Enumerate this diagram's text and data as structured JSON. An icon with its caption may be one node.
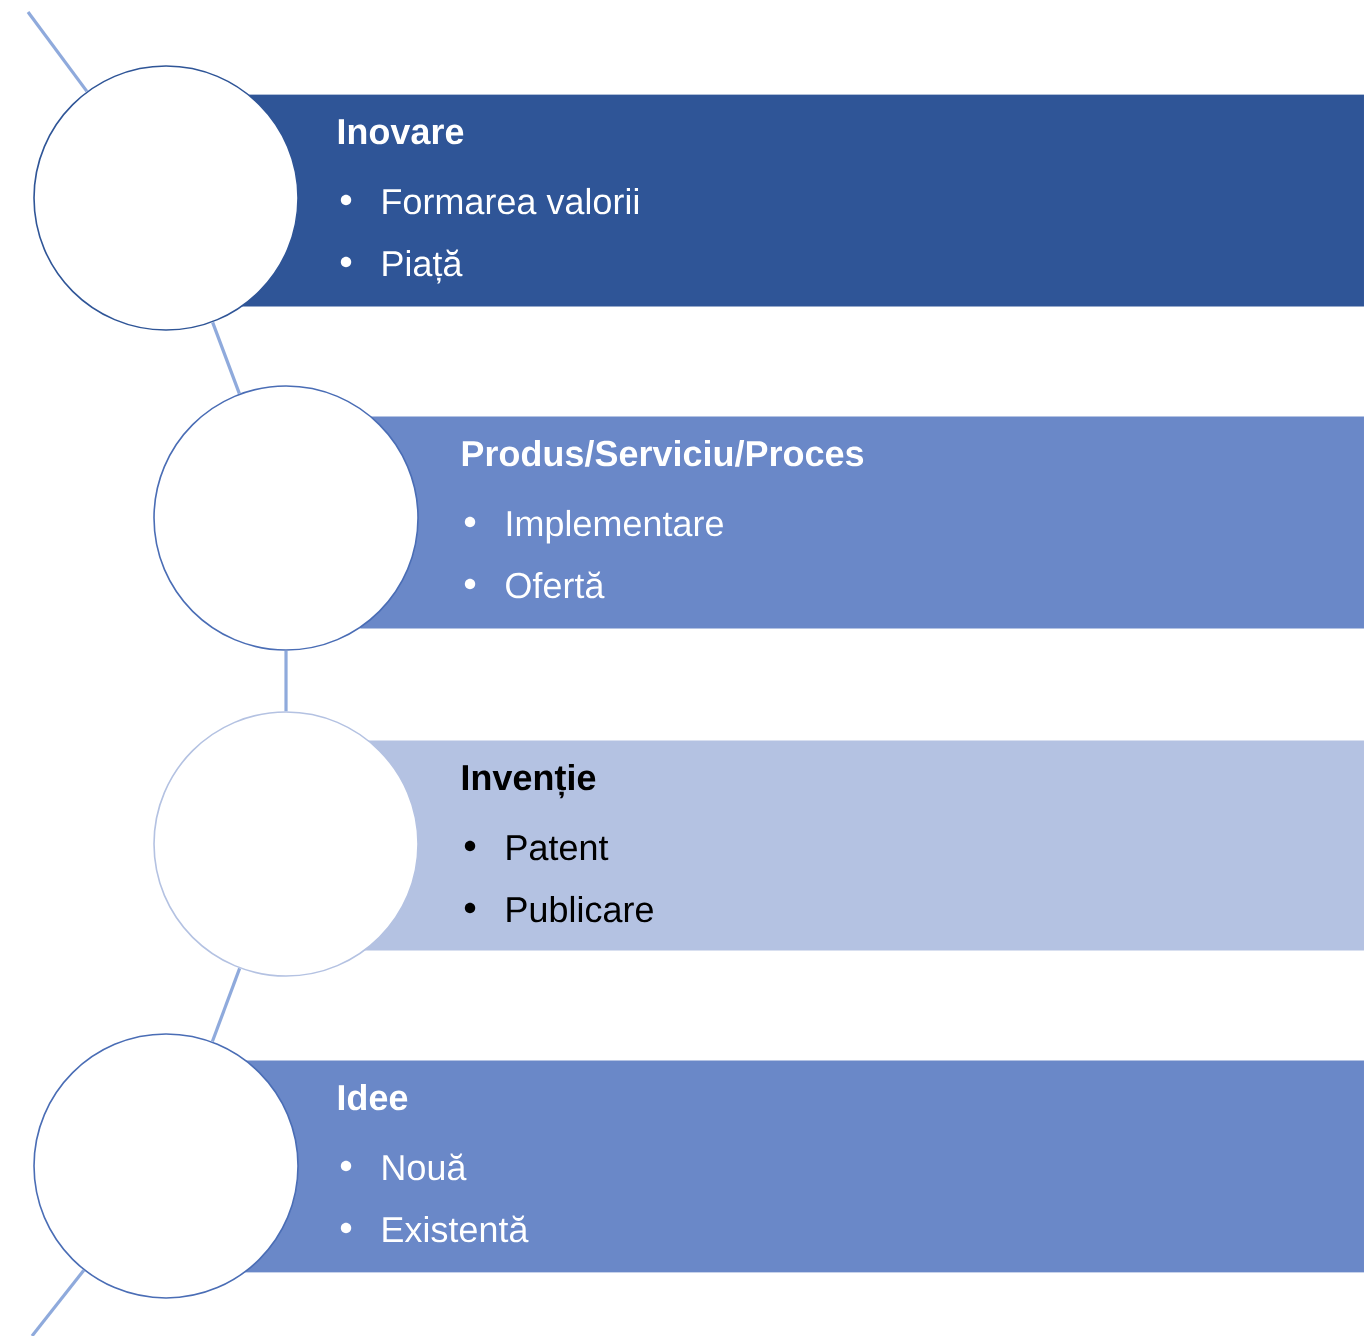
{
  "diagram": {
    "nodes": [
      {
        "text": [],
        "shape": "circle"
      },
      {
        "text": [
          "Inovare",
          "Formarea valorii",
          "Piață"
        ]
      },
      {
        "text": [],
        "shape": "circle"
      },
      {
        "text": [
          "Produs/Serviciu/Proces",
          "Implementare",
          "Ofertă"
        ]
      },
      {
        "text": [],
        "shape": "circle"
      },
      {
        "text": [
          "Invenție",
          "Patent",
          "Publicare"
        ]
      },
      {
        "text": [],
        "shape": "circle"
      },
      {
        "text": [
          "Idee",
          "Nouă",
          "Existentă"
        ]
      }
    ],
    "edges": [
      {
        "from": null,
        "to": 0,
        "arrow": "none"
      },
      {
        "from": 0,
        "to": 2,
        "arrow": "none"
      },
      {
        "from": 2,
        "to": 4,
        "arrow": "none"
      },
      {
        "from": 4,
        "to": 6,
        "arrow": "none"
      },
      {
        "from": 6,
        "to": null,
        "arrow": "none"
      }
    ]
  }
}
